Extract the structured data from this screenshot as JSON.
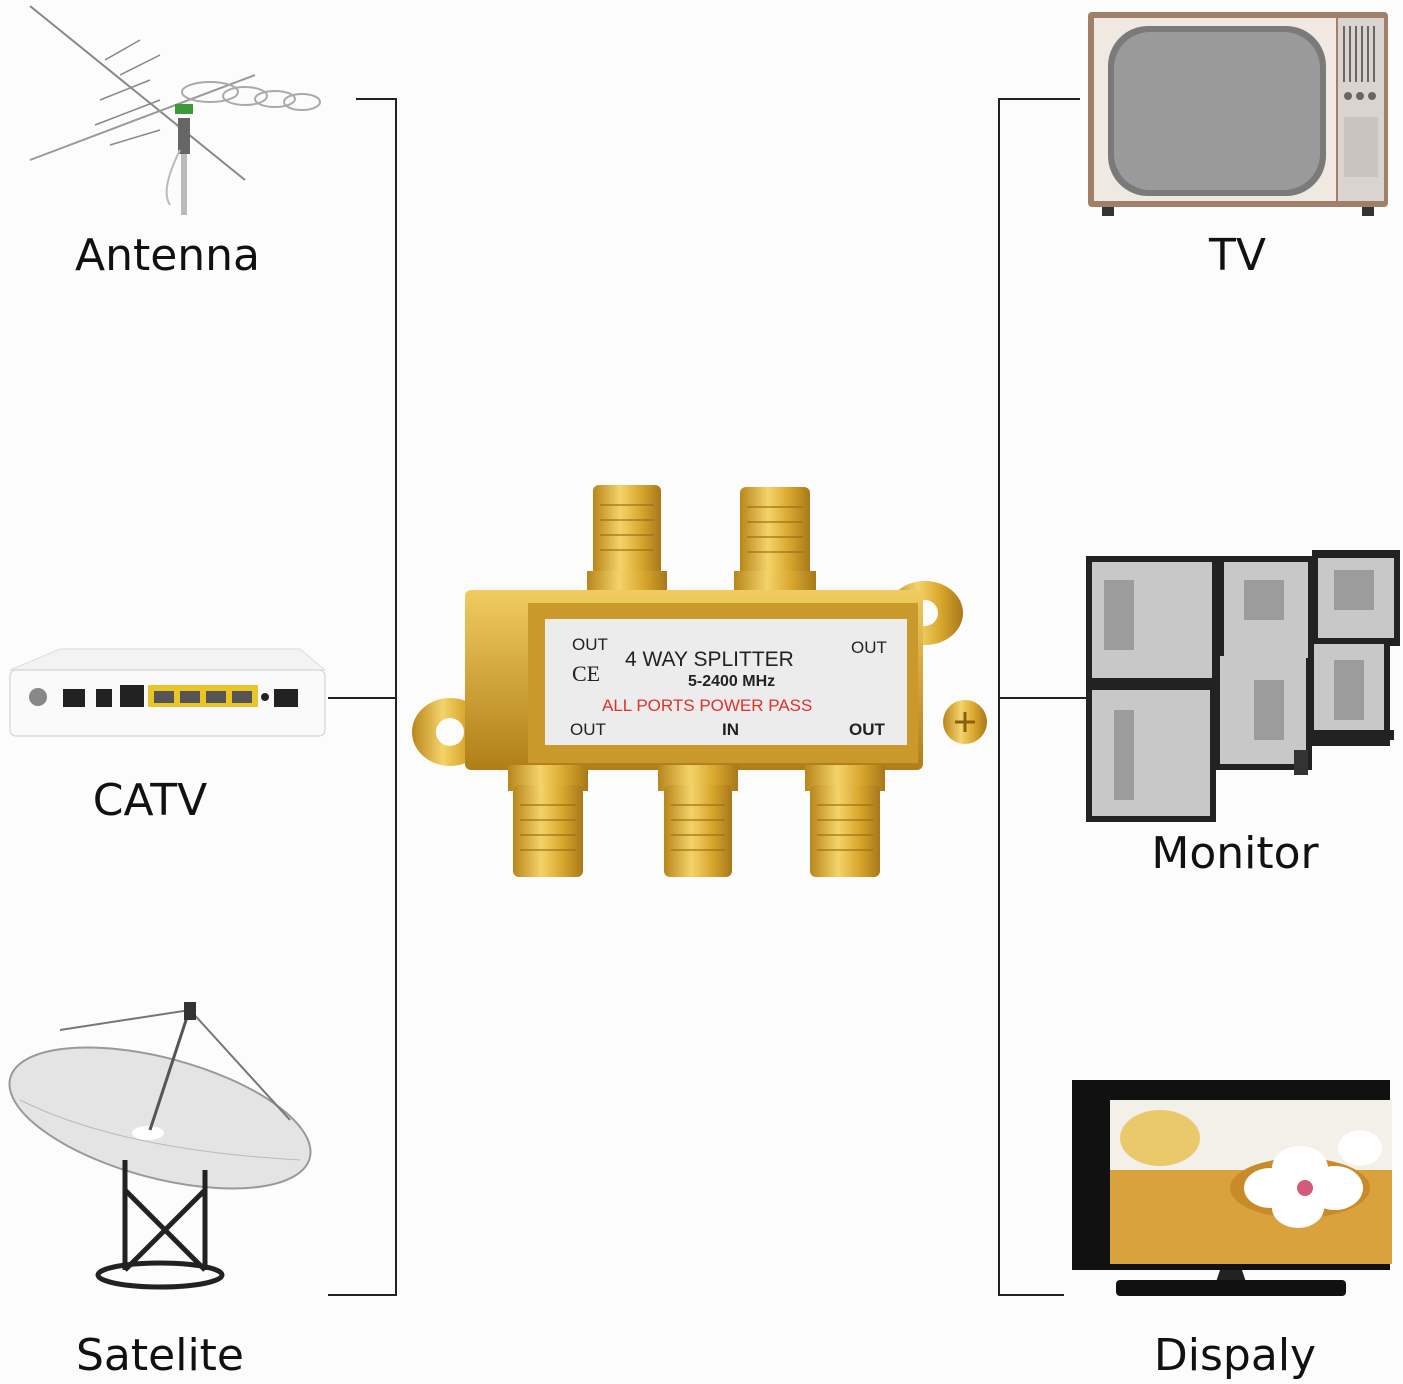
{
  "inputs": [
    {
      "label": "Antenna",
      "icon": "antenna-icon"
    },
    {
      "label": "CATV",
      "icon": "catv-modem-icon"
    },
    {
      "label": "Satelite",
      "icon": "satellite-dish-icon"
    }
  ],
  "outputs": [
    {
      "label": "TV",
      "icon": "crt-tv-icon"
    },
    {
      "label": "Monitor",
      "icon": "monitor-wall-icon"
    },
    {
      "label": "Dispaly",
      "icon": "flat-display-icon"
    }
  ],
  "splitter": {
    "title": "4 WAY SPLITTER",
    "freq": "5-2400 MHz",
    "power": "ALL PORTS POWER PASS",
    "ce": "CE",
    "out": "OUT",
    "in": "IN",
    "icon": "splitter-icon",
    "colors": {
      "gold": "#d4a528",
      "plate": "#e9e9e9",
      "power_text": "#e0302a"
    }
  }
}
